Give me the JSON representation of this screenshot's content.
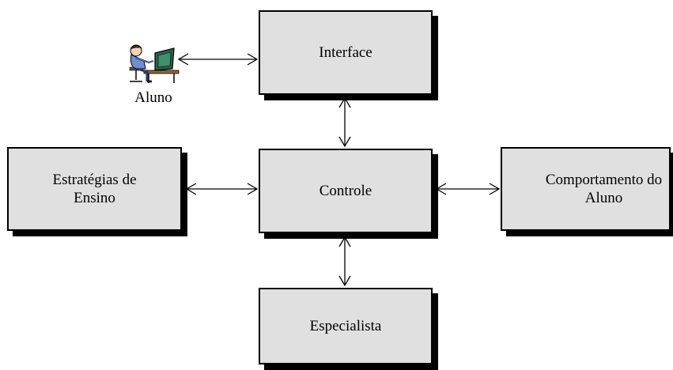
{
  "boxes": {
    "interface": "Interface",
    "controle": "Controle",
    "estrategias": [
      "Estratégias de",
      "Ensino"
    ],
    "comportamento": [
      "Comportamento do",
      "Aluno"
    ],
    "especialista": "Especialista"
  },
  "student": {
    "label": "Aluno",
    "icon": "student-at-computer-icon"
  },
  "colors": {
    "box_fill": "#e0e0e0",
    "shadow": "#000000",
    "stroke": "#000000"
  }
}
